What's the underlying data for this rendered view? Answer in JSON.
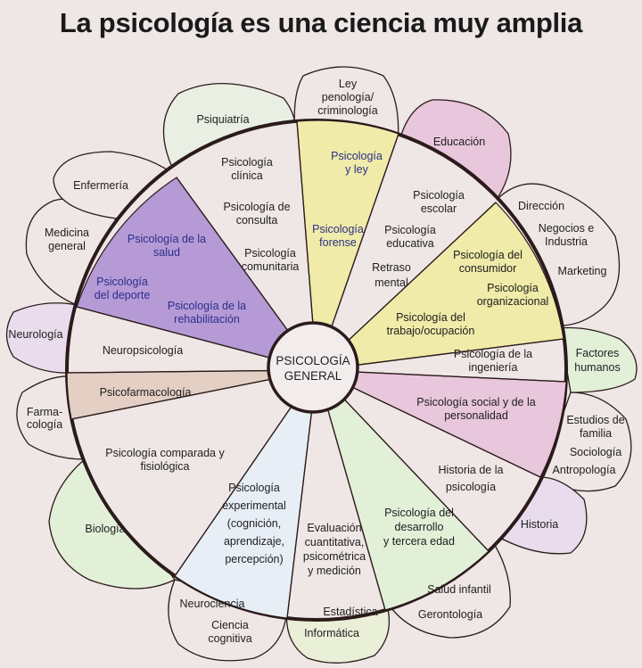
{
  "title": "La psicología es una ciencia muy amplia",
  "center": [
    "PSICOLOGÍA",
    "GENERAL"
  ],
  "colors": {
    "background": "#efe6e6",
    "outline": "#2b1b1b",
    "blue_text": "#2a2f8a",
    "purple_region": "#b59ad6",
    "yellow_region": "#f0eba8",
    "green_region": "#e3f0d8",
    "pink_region": "#e8c6dc",
    "lavender_region": "#e9dcec",
    "brown_region": "#e4cfc4"
  },
  "outer_labels": {
    "psiquiatria": [
      "Psiquiatría"
    ],
    "ley": [
      "Ley",
      "penología/",
      "criminología"
    ],
    "educacion": [
      "Educación"
    ],
    "direccion": [
      "Dirección"
    ],
    "negocios": [
      "Negocios e",
      "Industria"
    ],
    "marketing": [
      "Marketing"
    ],
    "factores": [
      "Factores",
      "humanos"
    ],
    "estudios": [
      "Estudios de",
      "familia"
    ],
    "sociologia": [
      "Sociología"
    ],
    "antropologia": [
      "Antropología"
    ],
    "historia": [
      "Historia"
    ],
    "salud_infantil": [
      "Salud infantil"
    ],
    "gerontologia": [
      "Gerontología"
    ],
    "estadistica": [
      "Estadística"
    ],
    "informatica": [
      "Informática"
    ],
    "neurociencia": [
      "Neurociencia"
    ],
    "ciencia_cognitiva": [
      "Ciencia",
      "cognitiva"
    ],
    "biologia": [
      "Biología"
    ],
    "farmacologia": [
      "Farma-",
      "cología"
    ],
    "neurologia": [
      "Neurología"
    ],
    "medicina": [
      "Medicina",
      "general"
    ],
    "enfermeria": [
      "Enfermería"
    ]
  },
  "inner_labels": {
    "clinica": [
      "Psicología",
      "clínica"
    ],
    "consulta": [
      "Psicología de",
      "consulta"
    ],
    "comunitaria": [
      "Psicología",
      "comunitaria"
    ],
    "psic_ley": [
      "Psicología",
      "y ley"
    ],
    "forense": [
      "Psicología",
      "forense"
    ],
    "escolar": [
      "Psicología",
      "escolar"
    ],
    "educativa": [
      "Psicología",
      "educativa"
    ],
    "retraso": [
      "Retraso",
      "mental"
    ],
    "consumidor": [
      "Psicología del",
      "consumidor"
    ],
    "organizacional": [
      "Psicología",
      "organizacional"
    ],
    "trabajo": [
      "Psicología del",
      "trabajo/ocupación"
    ],
    "ingenieria": [
      "Psicología de la",
      "ingeniería"
    ],
    "social": [
      "Psicología social y de la",
      "personalidad"
    ],
    "historia_psic": [
      "Historia de la",
      "psicología"
    ],
    "desarrollo": [
      "Psicología del",
      "desarrollo",
      "y tercera edad"
    ],
    "evaluacion": [
      "Evaluación",
      "cuantitativa,",
      "psicométrica",
      "y medición"
    ],
    "experimental": [
      "Psicología",
      "experimental",
      "(cognición,",
      "aprendizaje,",
      "percepción)"
    ],
    "comparada": [
      "Psicología comparada y",
      "fisiológica"
    ],
    "psicofarmacologia": [
      "Psicofarmacología"
    ],
    "neuropsicologia": [
      "Neuropsicología"
    ],
    "salud": [
      "Psicología de la",
      "salud"
    ],
    "deporte": [
      "Psicología",
      "del deporte"
    ],
    "rehabilitacion": [
      "Psicología de la",
      "rehabilitación"
    ]
  }
}
